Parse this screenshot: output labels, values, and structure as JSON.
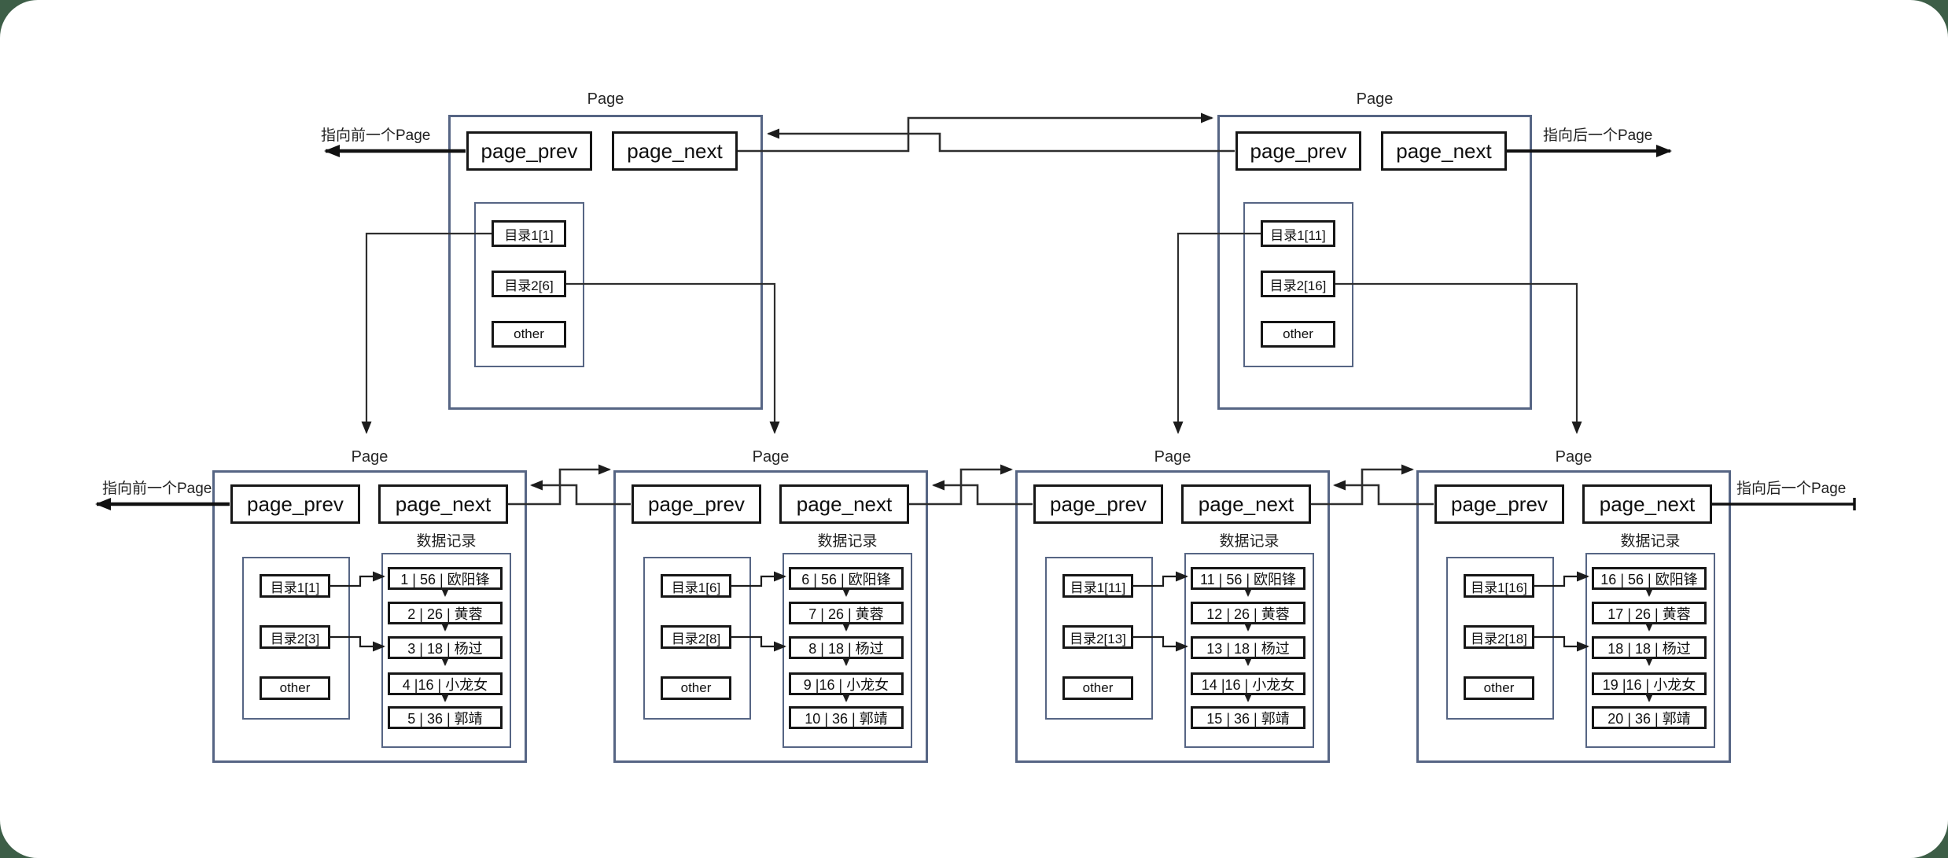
{
  "labels": {
    "page": "Page",
    "page_prev": "page_prev",
    "page_next": "page_next",
    "other": "other",
    "data_records": "数据记录",
    "prev_pointer": "指向前一个Page",
    "next_pointer": "指向后一个Page"
  },
  "index_pages": [
    {
      "dir1": "目录1[1]",
      "dir2": "目录2[6]"
    },
    {
      "dir1": "目录1[11]",
      "dir2": "目录2[16]"
    }
  ],
  "leaf_pages": [
    {
      "dir1": "目录1[1]",
      "dir2": "目录2[3]",
      "records": [
        "1 | 56 | 欧阳锋",
        "2 | 26 | 黄蓉",
        "3 | 18 | 杨过",
        "4 |16 | 小龙女",
        "5 | 36 | 郭靖"
      ]
    },
    {
      "dir1": "目录1[6]",
      "dir2": "目录2[8]",
      "records": [
        "6 | 56 | 欧阳锋",
        "7 | 26 | 黄蓉",
        "8 | 18 | 杨过",
        "9 |16 | 小龙女",
        "10 | 36 | 郭靖"
      ]
    },
    {
      "dir1": "目录1[11]",
      "dir2": "目录2[13]",
      "records": [
        "11 | 56 | 欧阳锋",
        "12 | 26 | 黄蓉",
        "13 | 18 | 杨过",
        "14 |16 | 小龙女",
        "15 | 36 | 郭靖"
      ]
    },
    {
      "dir1": "目录1[16]",
      "dir2": "目录2[18]",
      "records": [
        "16 | 56 | 欧阳锋",
        "17 | 26 | 黄蓉",
        "18 | 18 | 杨过",
        "19 |16 | 小龙女",
        "20 | 36 | 郭靖"
      ]
    }
  ],
  "colors": {
    "background": "#3d5e47",
    "card": "#ffffff",
    "page_border": "#566584",
    "box_border": "#161616",
    "arrow": "#222222"
  }
}
